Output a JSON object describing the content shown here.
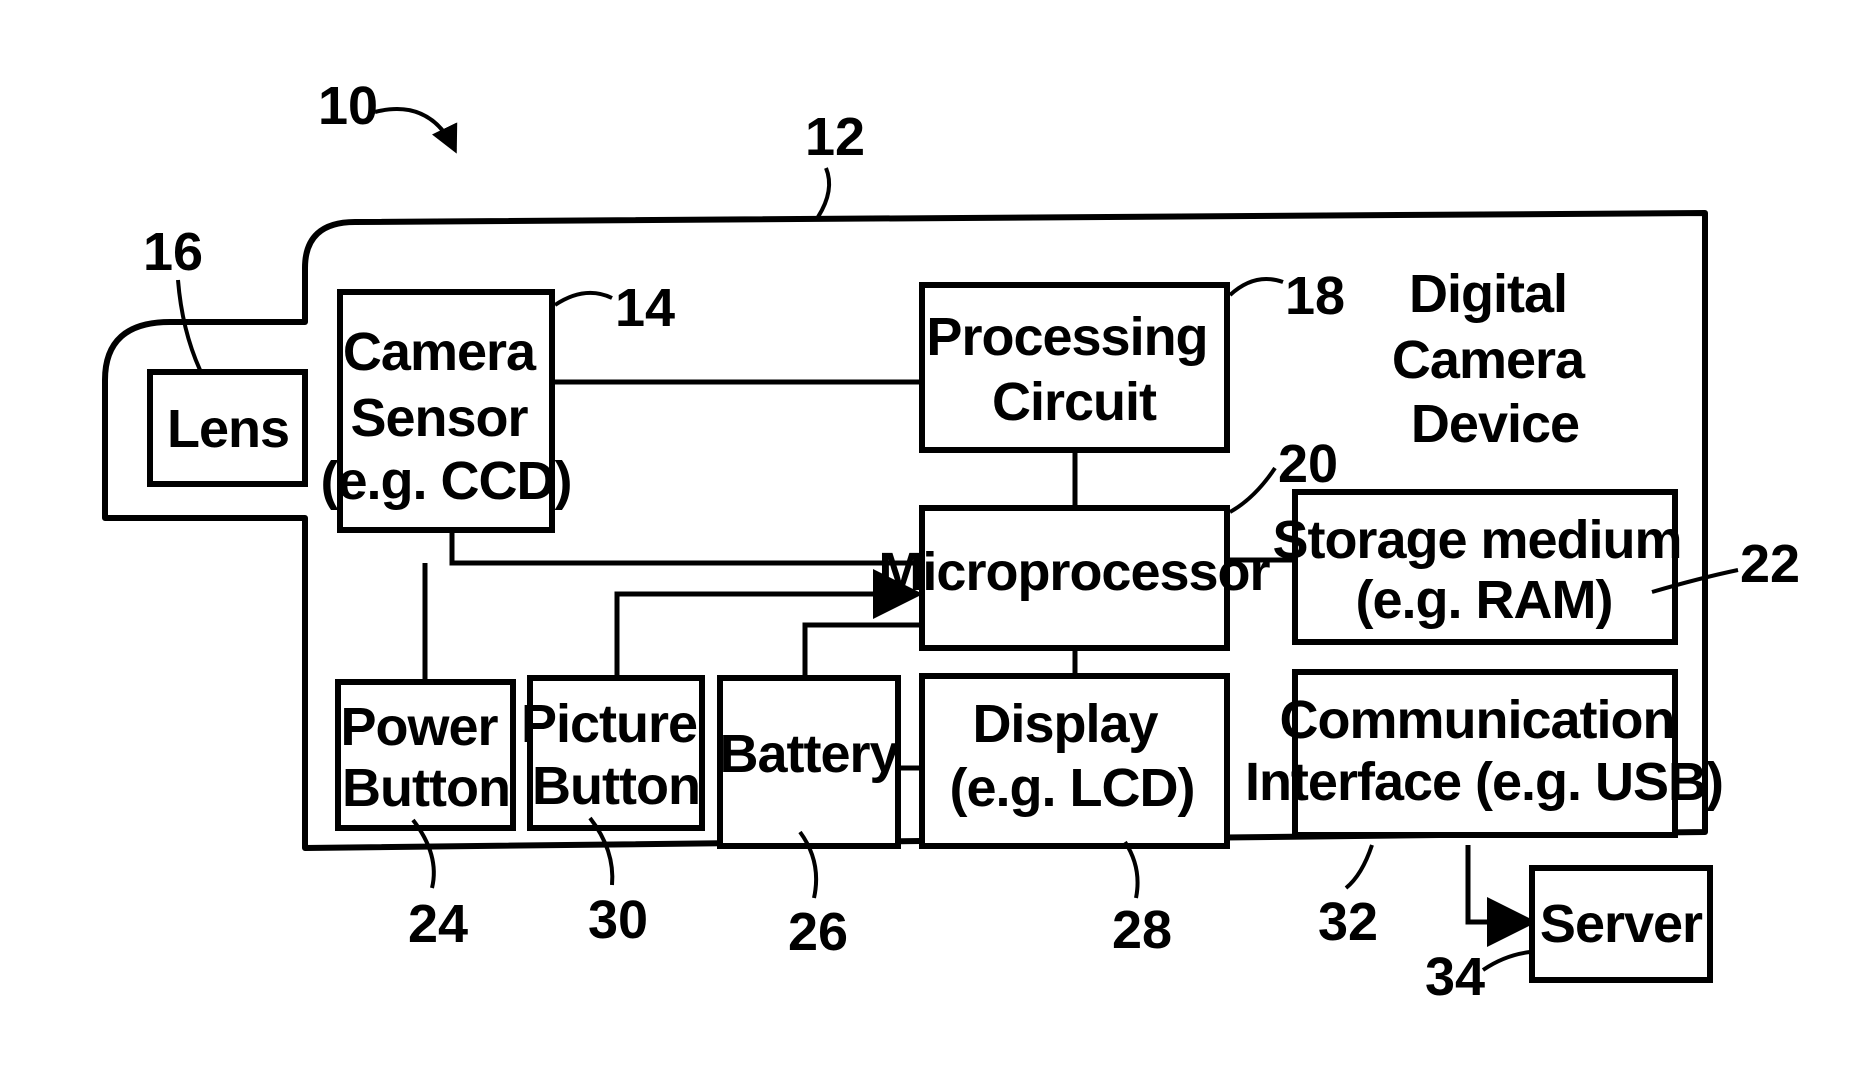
{
  "figure_ref": "10",
  "device": {
    "ref": "12",
    "title_lines": [
      "Digital",
      "Camera",
      "Device"
    ]
  },
  "blocks": {
    "lens": {
      "lines": [
        "Lens"
      ],
      "ref": "16"
    },
    "camera_sensor": {
      "lines": [
        "Camera",
        "Sensor",
        "(e.g. CCD)"
      ],
      "ref": "14"
    },
    "processing_circuit": {
      "lines": [
        "Processing",
        "Circuit"
      ],
      "ref": "18"
    },
    "microprocessor": {
      "lines": [
        "Microprocessor"
      ],
      "ref": "20"
    },
    "storage_medium": {
      "lines": [
        "Storage medium",
        "(e.g. RAM)"
      ],
      "ref": "22"
    },
    "power_button": {
      "lines": [
        "Power",
        "Button"
      ],
      "ref": "24"
    },
    "picture_button": {
      "lines": [
        "Picture",
        "Button"
      ],
      "ref": "30"
    },
    "battery": {
      "lines": [
        "Battery"
      ],
      "ref": "26"
    },
    "display": {
      "lines": [
        "Display",
        "(e.g. LCD)"
      ],
      "ref": "28"
    },
    "communication_interface": {
      "lines": [
        "Communication",
        "Interface (e.g. USB)"
      ],
      "ref": "32"
    },
    "server": {
      "lines": [
        "Server"
      ],
      "ref": "34"
    }
  }
}
